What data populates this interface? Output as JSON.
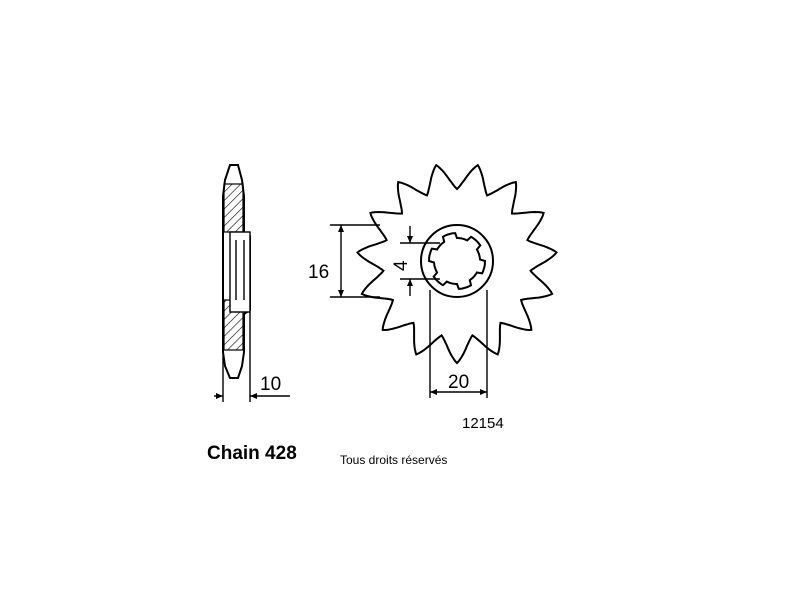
{
  "drawing": {
    "width_dim": "10",
    "height_dim": "16",
    "keyway_dim": "4",
    "bore_dim": "20",
    "part_number": "12154",
    "chain_label": "Chain 428",
    "rights_notice": "Tous droits réservés"
  },
  "sprocket": {
    "teeth": 15,
    "colors": {
      "line": "#000000",
      "background": "#ffffff"
    }
  }
}
